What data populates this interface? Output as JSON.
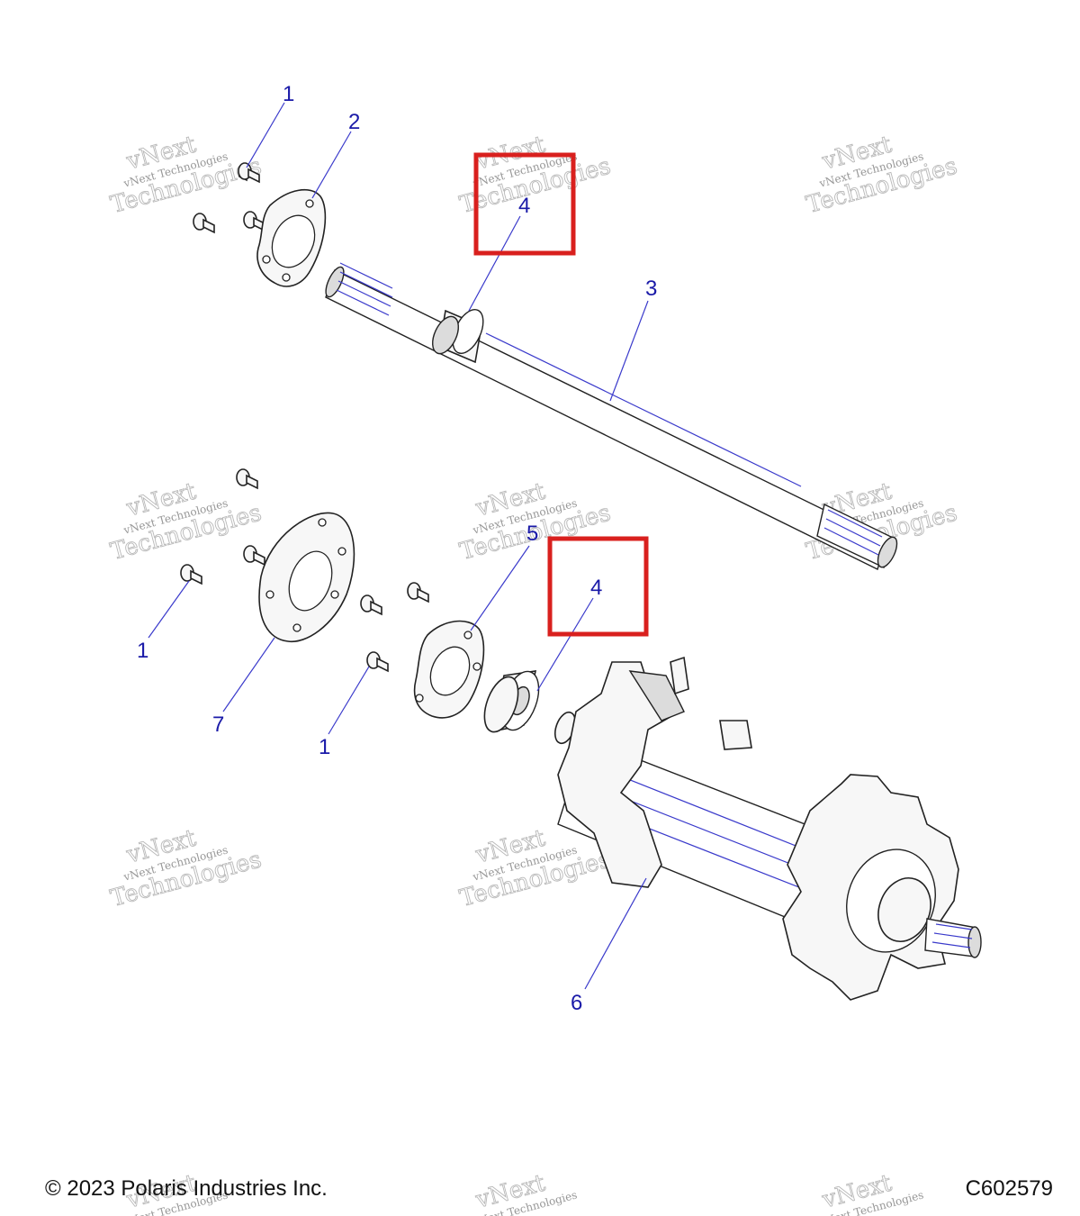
{
  "callouts": {
    "c1_top": "1",
    "c2": "2",
    "c3": "3",
    "c4_top": "4",
    "c5": "5",
    "c4_bottom": "4",
    "c1_left": "1",
    "c7": "7",
    "c1_bottom": "1",
    "c6": "6"
  },
  "watermark": {
    "line1": "vNext Technologies",
    "line2": "Technologies",
    "line3": "vNext"
  },
  "footer": {
    "copyright": "© 2023 Polaris Industries Inc.",
    "diagram_id": "C602579"
  },
  "colors": {
    "callout": "#1a1aa8",
    "highlight": "#d9201e"
  }
}
